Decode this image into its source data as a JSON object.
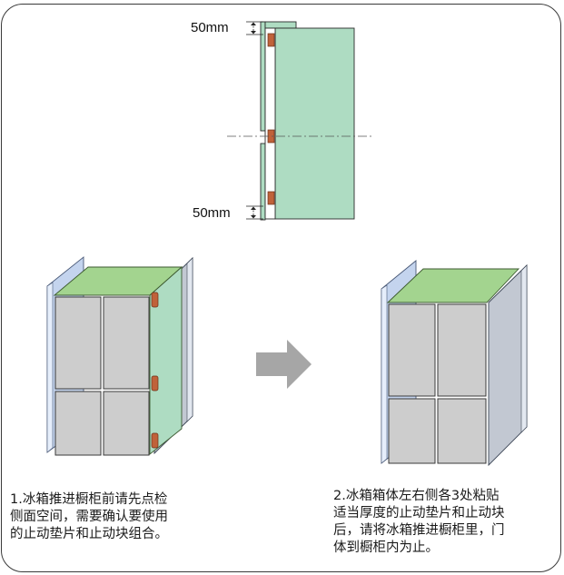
{
  "dimension_top": "50mm",
  "dimension_bottom": "50mm",
  "step1_text": "1.冰箱推进橱柜前请先点检\n侧面空间，需要确认要使用\n的止动垫片和止动块组合。",
  "step2_text": "2.冰箱箱体左右侧各3处粘贴\n适当厚度的止动垫片和止动块\n后，请将冰箱推进橱柜里，门\n体到橱柜内为止。",
  "colors": {
    "fridge_green": "#aedcc2",
    "fridge_top_green": "#a3d48f",
    "door_gray": "#cdcdcd",
    "cabinet_panel_blue": "#c4d4ee",
    "cabinet_side_gray": "#c2c8d2",
    "stopper_brown": "#c0623a",
    "arrow_gray": "#a6a6a6"
  }
}
